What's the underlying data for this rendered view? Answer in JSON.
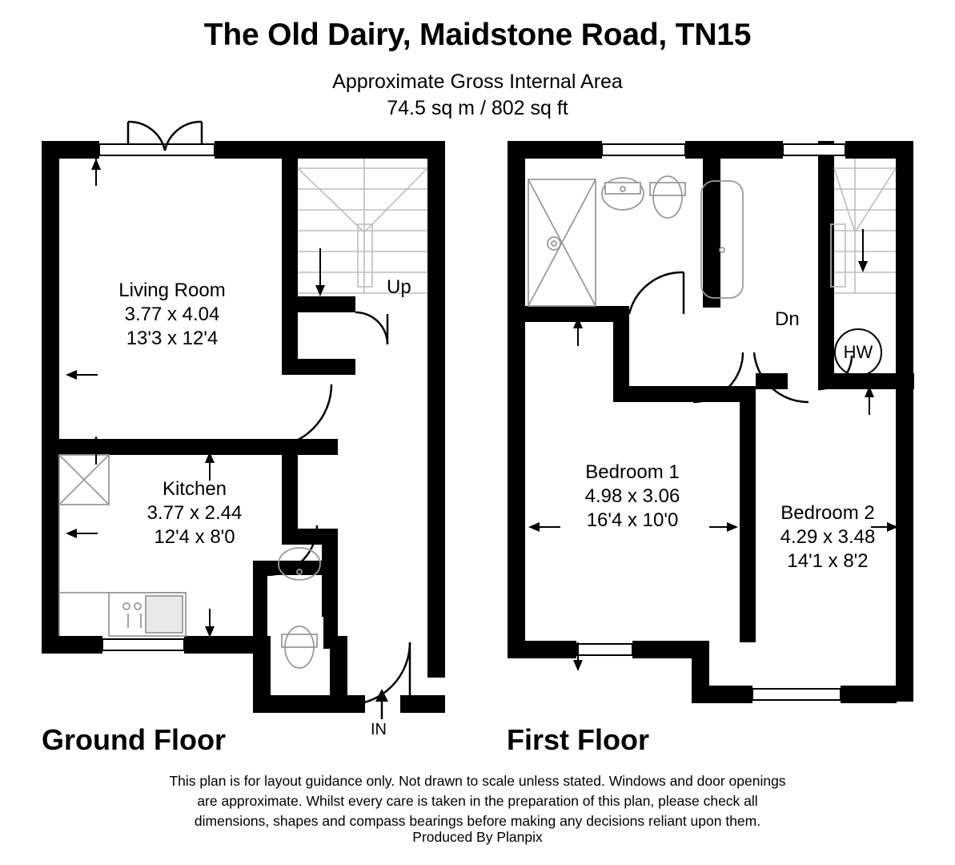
{
  "header": {
    "title": "The Old Dairy, Maidstone Road, TN15",
    "area_caption": "Approximate Gross Internal Area",
    "area_value": "74.5 sq m / 802 sq ft"
  },
  "floors": [
    {
      "name": "Ground Floor",
      "rooms": [
        {
          "name": "Living Room",
          "metric": "3.77 x 4.04",
          "imperial": "13'3 x 12'4"
        },
        {
          "name": "Kitchen",
          "metric": "3.77 x 2.44",
          "imperial": "12'4 x 8'0"
        }
      ],
      "annotations": [
        {
          "name": "stair-direction",
          "text": "Up"
        },
        {
          "name": "entrance",
          "text": "IN"
        }
      ]
    },
    {
      "name": "First Floor",
      "rooms": [
        {
          "name": "Bedroom 1",
          "metric": "4.98 x 3.06",
          "imperial": "16'4 x 10'0"
        },
        {
          "name": "Bedroom 2",
          "metric": "4.29 x 3.48",
          "imperial": "14'1 x 8'2"
        }
      ],
      "annotations": [
        {
          "name": "stair-direction",
          "text": "Dn"
        },
        {
          "name": "hot-water-cylinder",
          "text": "HW"
        }
      ]
    }
  ],
  "footer": {
    "disclaimer_line1": "This plan is for layout guidance only. Not drawn to scale unless stated. Windows and door openings",
    "disclaimer_line2": "are approximate. Whilst every care is taken in the preparation of this plan, please check all",
    "disclaimer_line3": "dimensions, shapes and compass bearings before making any decisions reliant upon them.",
    "producer": "Produced By Planpix"
  },
  "colors": {
    "wall": "#000000",
    "background": "#ffffff",
    "fixture_line": "#8a8a8a"
  }
}
